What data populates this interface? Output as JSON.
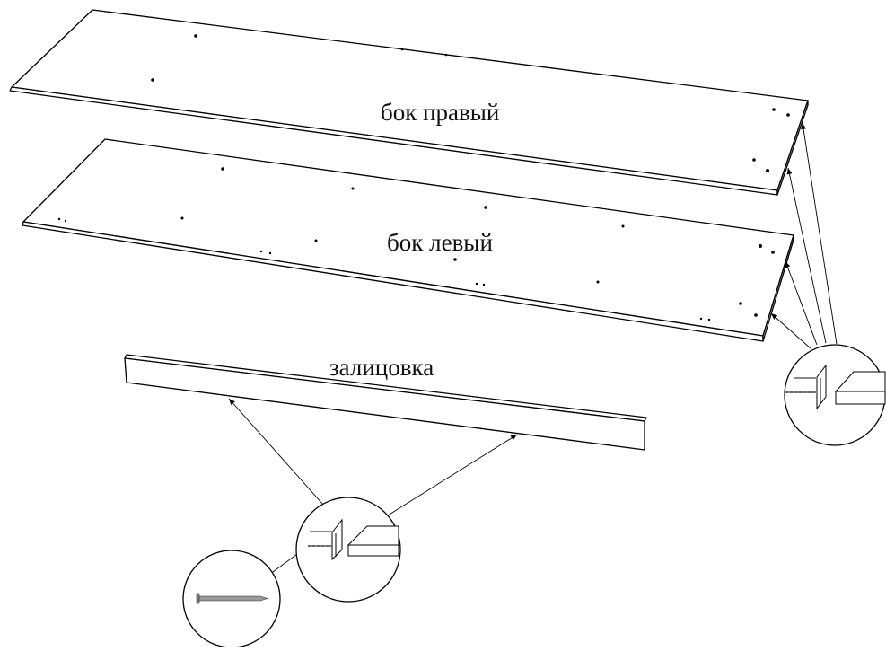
{
  "labels": {
    "right_side": "бок правый",
    "left_side": "бок левый",
    "trim": "залицовка"
  },
  "colors": {
    "line": "#000000",
    "nail": "#8a8a8a"
  },
  "icons": [
    "nail-icon",
    "magnifier-detail-icon",
    "leader-arrow-icon"
  ]
}
